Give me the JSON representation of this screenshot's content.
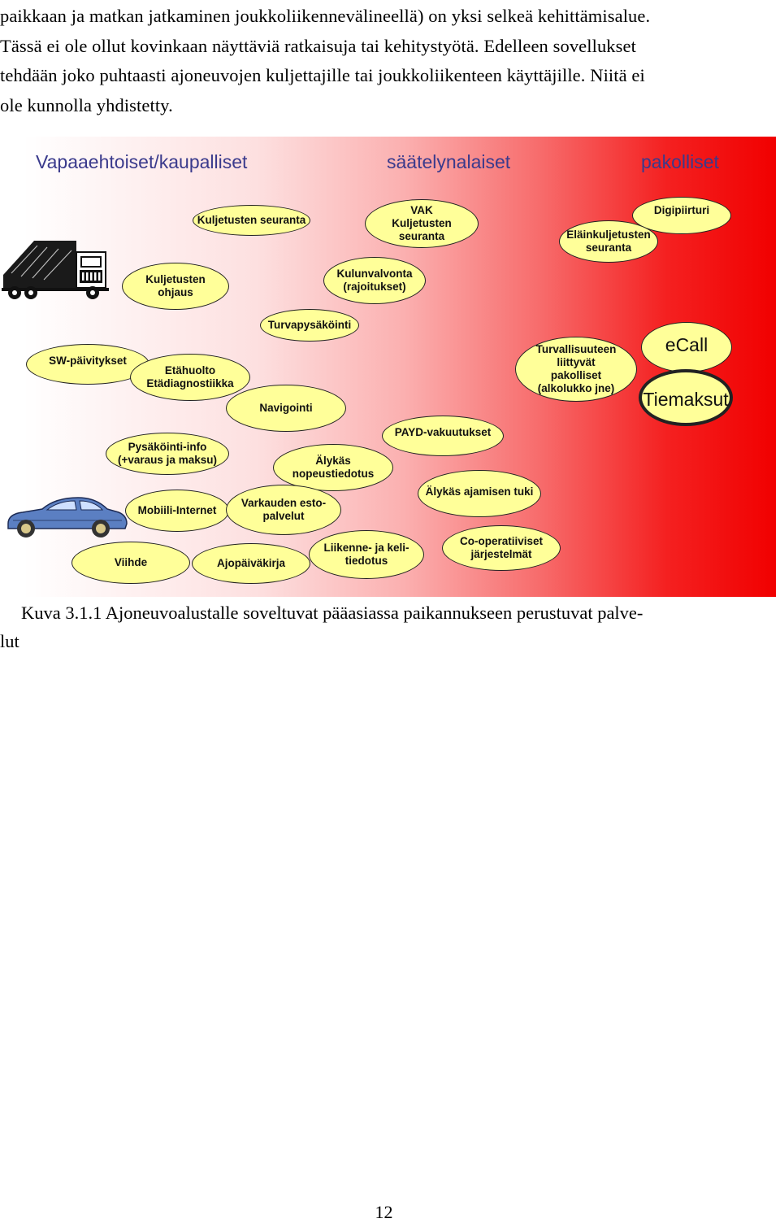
{
  "paragraph": {
    "lines": [
      "paikkaan ja matkan jatkaminen joukkoliikennevälineellä) on yksi selkeä kehittämisalue.",
      "Tässä ei ole ollut kovinkaan näyttäviä ratkaisuja tai kehitystyötä. Edelleen sovellukset",
      "tehdään joko puhtaasti ajoneuvojen kuljettajille tai joukkoliikenteen käyttäjille. Niitä ei",
      "ole kunnolla yhdistetty."
    ]
  },
  "figure": {
    "zones": {
      "voluntary": "Vapaaehtoiset/kaupalliset",
      "regulated": "säätelynalaiset",
      "mandatory": "pakolliset"
    },
    "services": {
      "kuljetusten_seuranta": "Kuljetusten seuranta",
      "vak": "VAK\nKuljetusten\nseuranta",
      "digipiirturi": "Digipiirturi",
      "elainkuljetusten": "Eläinkuljetusten\nseuranta",
      "kuljetusten_ohjaus": "Kuljetusten\nohjaus",
      "kulunvalvonta": "Kulunvalvonta\n(rajoitukset)",
      "turvapysakointi": "Turvapysäköinti",
      "sw_paivitykset": "SW-päivitykset",
      "etahuolto": "Etähuolto\nEtädiagnostiikka",
      "turvallisuus": "Turvallisuuteen\nliittyvät\npakolliset\n(alkolukko jne)",
      "ecall": "eCall",
      "tiemaksut": "Tiemaksut",
      "navigointi": "Navigointi",
      "payd": "PAYD-vakuutukset",
      "pysakointi_info": "Pysäköinti-info\n(+varaus ja maksu)",
      "alykas_nopeus": "Älykäs\nnopeustiedotus",
      "alykas_ajamisen": "Älykäs ajamisen tuki",
      "mobiili": "Mobiili-Internet",
      "varkauden": "Varkauden esto-\npalvelut",
      "liikenne": "Liikenne- ja keli-\ntiedotus",
      "cooperative": "Co-operatiiviset\njärjestelmät",
      "viihde": "Viihde",
      "ajopaivakirja": "Ajopäiväkirja"
    },
    "icons": {
      "truck": "truck-icon",
      "car": "car-icon"
    },
    "colors": {
      "ellipse_fill": "#ffff99",
      "zone_label": "#3a3a8c",
      "gradient_end": "#f10000",
      "car_body": "#5b7fc2"
    }
  },
  "caption": {
    "lines": [
      "Kuva 3.1.1 Ajoneuvoalustalle soveltuvat pääasiassa paikannukseen perustuvat palve-",
      "lut"
    ]
  },
  "page_number": "12"
}
